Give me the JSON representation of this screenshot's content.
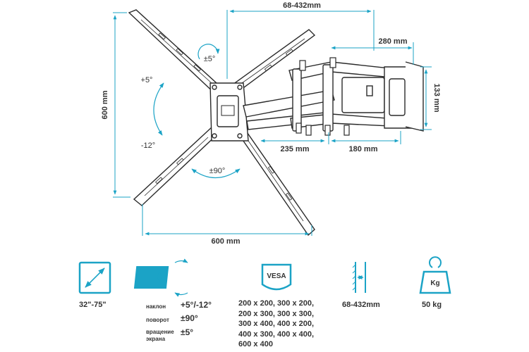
{
  "dimensions": {
    "extension": "68-432mm",
    "plate_width": "280 mm",
    "plate_height": "133 mm",
    "arm_front": "235 mm",
    "arm_back": "180 mm",
    "height": "600 mm",
    "width": "600 mm"
  },
  "angles": {
    "swivel_small": "±5°",
    "tilt_up": "+5°",
    "tilt_down": "-12°",
    "rotation": "±90°"
  },
  "specs": {
    "screen_size": "32\"-75\"",
    "vesa_badge": "VESA",
    "wall_distance": "68-432mm",
    "weight_icon_label": "Kg",
    "max_weight": "50 kg",
    "tilt": {
      "label": "наклон",
      "value": "+5°/-12°"
    },
    "swivel": {
      "label": "поворот",
      "value": "±90°"
    },
    "rotation": {
      "label_1": "вращение",
      "label_2": "экрана",
      "value": "±5°"
    },
    "vesa_patterns": [
      "200 x 200, 300 x 200,",
      "200 x 300, 300 x 300,",
      "300 x 400, 400 x 200,",
      "400 x 300, 400 x 400,",
      "600 x 400"
    ]
  },
  "colors": {
    "accent": "#1ba3c6",
    "line": "#2a2a2a",
    "text": "#333333"
  },
  "icons": [
    "diagonal-size-icon",
    "tv-tilt-icon",
    "vesa-badge-icon",
    "wall-distance-icon",
    "weight-icon"
  ]
}
